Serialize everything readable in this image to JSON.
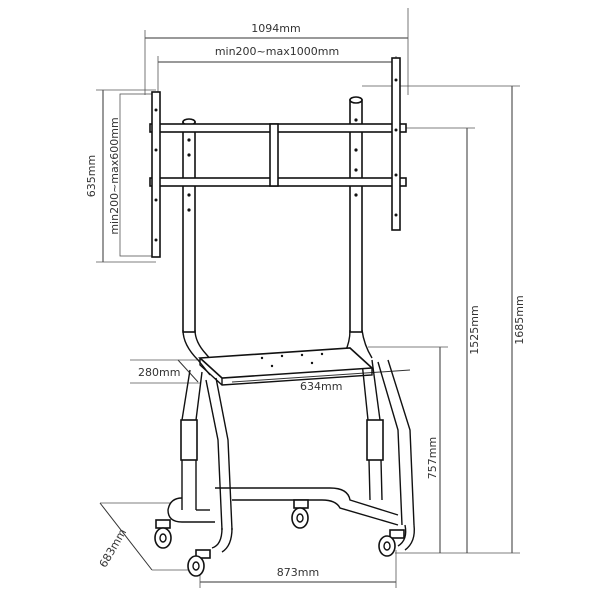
{
  "dimensions": {
    "overall_width": "1094mm",
    "vesa_horizontal": "min200~max1000mm",
    "vesa_vertical": "min200~max600mm",
    "bracket_height": "635mm",
    "max_height": "1685mm",
    "min_height": "1525mm",
    "shelf_depth": "280mm",
    "shelf_width": "634mm",
    "shelf_height": "757mm",
    "base_depth": "683mm",
    "base_width": "873mm"
  },
  "colors": {
    "line": "#333333",
    "frame": "#111111",
    "background": "#ffffff"
  }
}
